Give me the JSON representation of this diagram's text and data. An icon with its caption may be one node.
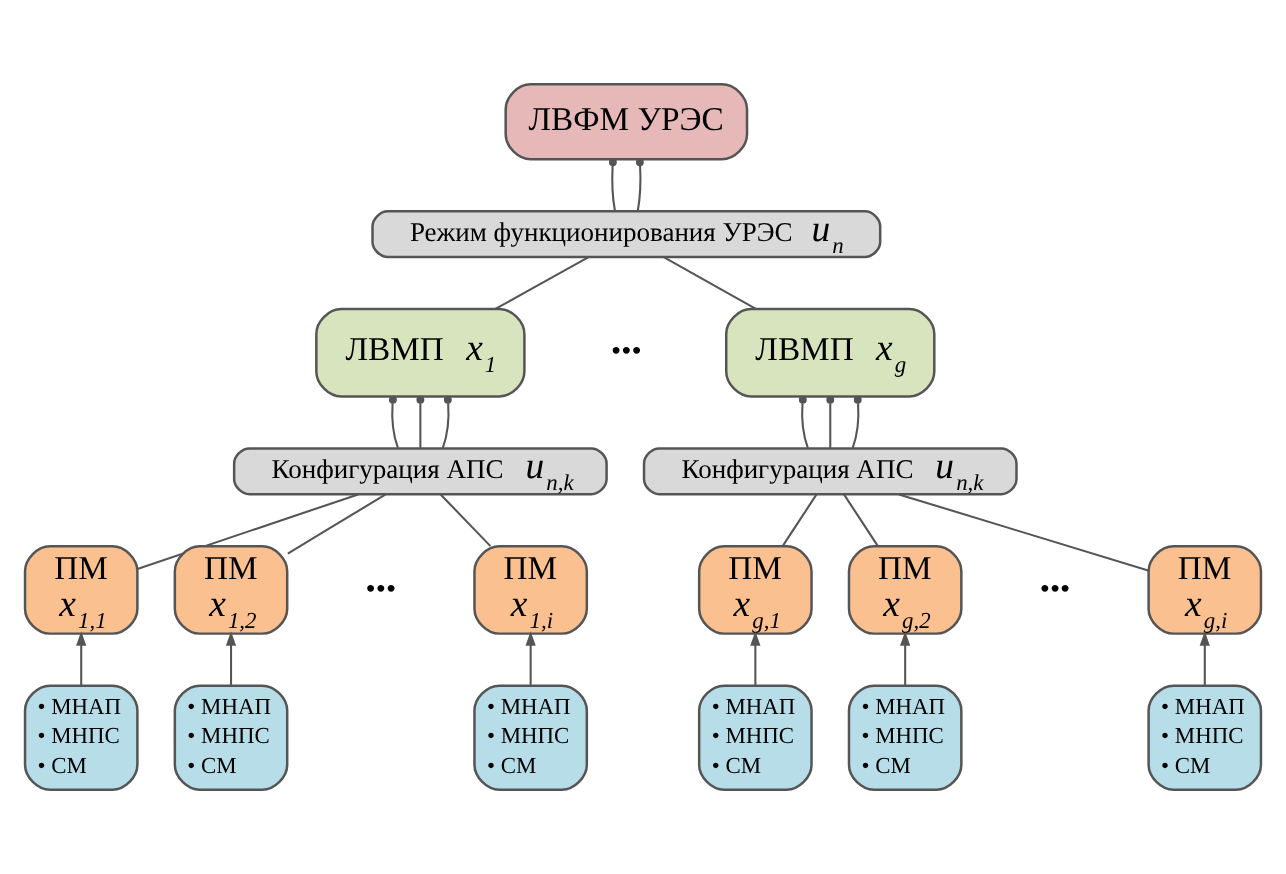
{
  "diagram": {
    "nodes": [
      {
        "text": [
          "ЛВФМ УРЭС"
        ]
      },
      {
        "text": [
          "Режим функционирования УРЭС",
          "u$_{n}$"
        ]
      },
      {
        "text": [
          "ЛВМП",
          "x$_{1}$"
        ]
      },
      {
        "text": [
          "Конфигурация АПС",
          "u$_{n,k}$"
        ]
      },
      {
        "text": [
          "ПМ",
          "x$_{1,1}$"
        ]
      },
      {
        "text": [
          "ПМ",
          "x$_{1,2}$"
        ]
      },
      {
        "text": [
          "ПМ",
          "x$_{1,i}$"
        ]
      },
      {
        "text": [
          "• МНАП",
          "• МНПС",
          "• СМ"
        ]
      },
      {
        "text": [
          "• МНАП",
          "• МНПС",
          "• СМ"
        ]
      },
      {
        "text": [
          "• МНАП",
          "• МНПС",
          "• СМ"
        ]
      },
      {
        "text": [
          "ЛВМП",
          "x$_{g}$"
        ]
      },
      {
        "text": [
          "Конфигурация АПС",
          "u$_{n,k}$"
        ]
      },
      {
        "text": [
          "ПМ",
          "x$_{g,1}$"
        ]
      },
      {
        "text": [
          "ПМ",
          "x$_{g,2}$"
        ]
      },
      {
        "text": [
          "ПМ",
          "x$_{g,i}$"
        ]
      },
      {
        "text": [
          "• МНАП",
          "• МНПС",
          "• СМ"
        ]
      },
      {
        "text": [
          "• МНАП",
          "• МНПС",
          "• СМ"
        ]
      },
      {
        "text": [
          "• МНАП",
          "• МНПС",
          "• СМ"
        ]
      }
    ],
    "edges": [
      {
        "from": 0,
        "to": 1,
        "arrow": "other"
      },
      {
        "from": 0,
        "to": 1,
        "arrow": "other"
      },
      {
        "from": 1,
        "to": 2,
        "arrow": "none"
      },
      {
        "from": 1,
        "to": 10,
        "arrow": "none"
      },
      {
        "from": 2,
        "to": 3,
        "arrow": "other"
      },
      {
        "from": 2,
        "to": 3,
        "arrow": "other"
      },
      {
        "from": 2,
        "to": 3,
        "arrow": "other"
      },
      {
        "from": 3,
        "to": 4,
        "arrow": "none"
      },
      {
        "from": 3,
        "to": 5,
        "arrow": "none"
      },
      {
        "from": 3,
        "to": 6,
        "arrow": "none"
      },
      {
        "from": 7,
        "to": 4,
        "arrow": "to"
      },
      {
        "from": 8,
        "to": 5,
        "arrow": "to"
      },
      {
        "from": 9,
        "to": 6,
        "arrow": "to"
      },
      {
        "from": 10,
        "to": 11,
        "arrow": "other"
      },
      {
        "from": 10,
        "to": 11,
        "arrow": "other"
      },
      {
        "from": 10,
        "to": 11,
        "arrow": "other"
      },
      {
        "from": 11,
        "to": 12,
        "arrow": "none"
      },
      {
        "from": 11,
        "to": 13,
        "arrow": "none"
      },
      {
        "from": 11,
        "to": 14,
        "arrow": "none"
      },
      {
        "from": 15,
        "to": 12,
        "arrow": "to"
      },
      {
        "from": 16,
        "to": 13,
        "arrow": "to"
      },
      {
        "from": 17,
        "to": 14,
        "arrow": "to"
      }
    ],
    "labels": [
      "•••",
      "•••",
      "•••"
    ]
  }
}
